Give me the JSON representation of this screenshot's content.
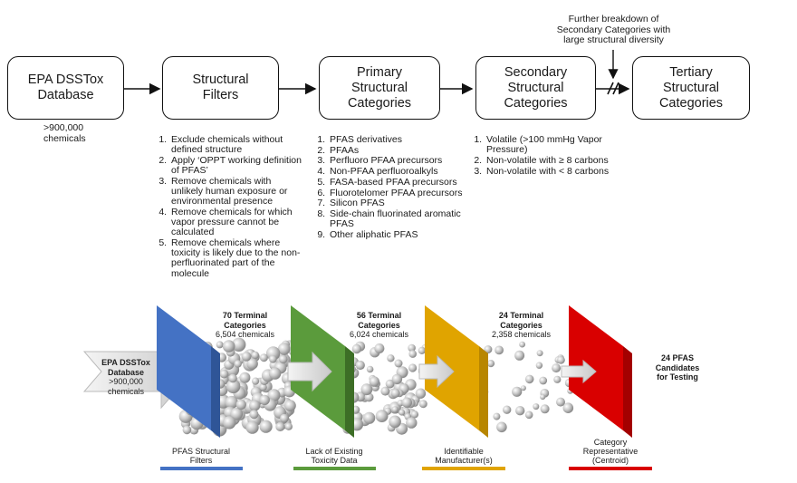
{
  "top_flow": {
    "boxes": [
      {
        "line1": "EPA DSSTox",
        "line2": "Database",
        "line3": ""
      },
      {
        "line1": "Structural",
        "line2": "Filters",
        "line3": ""
      },
      {
        "line1": "Primary",
        "line2": "Structural",
        "line3": "Categories"
      },
      {
        "line1": "Secondary",
        "line2": "Structural",
        "line3": "Categories"
      },
      {
        "line1": "Tertiary",
        "line2": "Structural",
        "line3": "Categories"
      }
    ],
    "dsstox_note": {
      "line1": ">900,000",
      "line2": "chemicals"
    },
    "further_note": {
      "line1": "Further breakdown of",
      "line2": "Secondary Categories with",
      "line3": "large structural diversity"
    },
    "filters": [
      "Exclude chemicals without defined structure",
      "Apply ‘OPPT working definition of PFAS’",
      "Remove chemicals with unlikely human exposure or environmental presence",
      "Remove chemicals for which vapor pressure cannot be calculated",
      "Remove chemicals where toxicity is likely due to the non-perfluorinated part of the molecule"
    ],
    "primary_categories": [
      "PFAS derivatives",
      "PFAAs",
      "Perfluoro PFAA precursors",
      "Non-PFAA perfluoroalkyls",
      "FASA-based PFAA precursors",
      "Fluorotelomer PFAA precursors",
      "Silicon PFAS",
      "Side-chain fluorinated aromatic PFAS",
      "Other aliphatic PFAS"
    ],
    "secondary_categories": [
      "Volatile (>100 mmHg Vapor Pressure)",
      "Non-volatile with ≥ 8 carbons",
      "Non-volatile with < 8 carbons"
    ]
  },
  "funnel": {
    "input": {
      "line1": "EPA DSSTox",
      "line2": "Database",
      "line3": ">900,000",
      "line4": "chemicals"
    },
    "stages": [
      {
        "terminal1": "70 Terminal",
        "terminal2": "Categories",
        "count": "6,504 chemicals",
        "cap1": "PFAS Structural",
        "cap2": "Filters",
        "color": "#4472c4"
      },
      {
        "terminal1": "56 Terminal",
        "terminal2": "Categories",
        "count": "6,024 chemicals",
        "cap1": "Lack of Existing",
        "cap2": "Toxicity Data",
        "color": "#5b9b3c"
      },
      {
        "terminal1": "24 Terminal",
        "terminal2": "Categories",
        "count": "2,358 chemicals",
        "cap1": "Identifiable",
        "cap2": "Manufacturer(s)",
        "color": "#e0a400"
      },
      {
        "terminal1": "",
        "terminal2": "",
        "count": "",
        "cap1": "Category",
        "cap2": "Representative",
        "cap3": "(Centroid)",
        "color": "#d90000"
      }
    ],
    "output": {
      "line1": "24 PFAS",
      "line2": "Candidates",
      "line3": "for Testing"
    }
  }
}
